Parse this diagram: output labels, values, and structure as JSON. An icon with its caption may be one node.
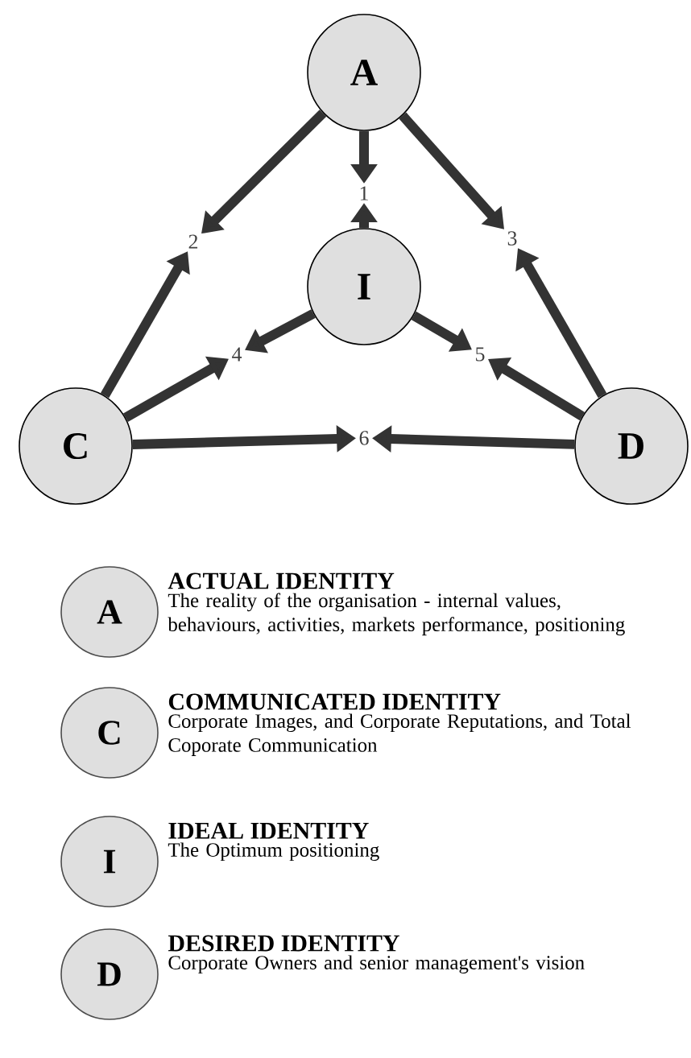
{
  "diagram": {
    "nodes": [
      {
        "text": [
          "A"
        ]
      },
      {
        "text": [
          "I"
        ]
      },
      {
        "text": [
          "C"
        ]
      },
      {
        "text": [
          "D"
        ]
      },
      {
        "text": [
          "1"
        ]
      },
      {
        "text": [
          "2"
        ]
      },
      {
        "text": [
          "3"
        ]
      },
      {
        "text": [
          "4"
        ]
      },
      {
        "text": [
          "5"
        ]
      },
      {
        "text": [
          "6"
        ]
      },
      {
        "text": [
          "A"
        ],
        "beside": [
          "ACTUAL IDENTITY",
          "The reality of the organisation - internal values, behaviours, activities, markets performance, positioning"
        ]
      },
      {
        "text": [
          "C"
        ],
        "beside": [
          "COMMUNICATED IDENTITY",
          "Corporate Images, and Corporate Reputations, and Total Coporate Communication"
        ]
      },
      {
        "text": [
          "I"
        ],
        "beside": [
          "IDEAL IDENTITY",
          "The Optimum positioning"
        ]
      },
      {
        "text": [
          "D"
        ],
        "beside": [
          "DESIRED IDENTITY",
          "Corporate Owners and senior management's vision"
        ]
      }
    ],
    "edges": [
      {
        "from": 0,
        "to": 4,
        "arrow": "to"
      },
      {
        "from": 1,
        "to": 4,
        "arrow": "to"
      },
      {
        "from": 0,
        "to": 5,
        "arrow": "to"
      },
      {
        "from": 2,
        "to": 5,
        "arrow": "to"
      },
      {
        "from": 0,
        "to": 6,
        "arrow": "to"
      },
      {
        "from": 3,
        "to": 6,
        "arrow": "to"
      },
      {
        "from": 1,
        "to": 7,
        "arrow": "to"
      },
      {
        "from": 2,
        "to": 7,
        "arrow": "to"
      },
      {
        "from": 1,
        "to": 8,
        "arrow": "to"
      },
      {
        "from": 3,
        "to": 8,
        "arrow": "to"
      },
      {
        "from": 2,
        "to": 9,
        "arrow": "to"
      },
      {
        "from": 3,
        "to": 9,
        "arrow": "to"
      }
    ]
  }
}
